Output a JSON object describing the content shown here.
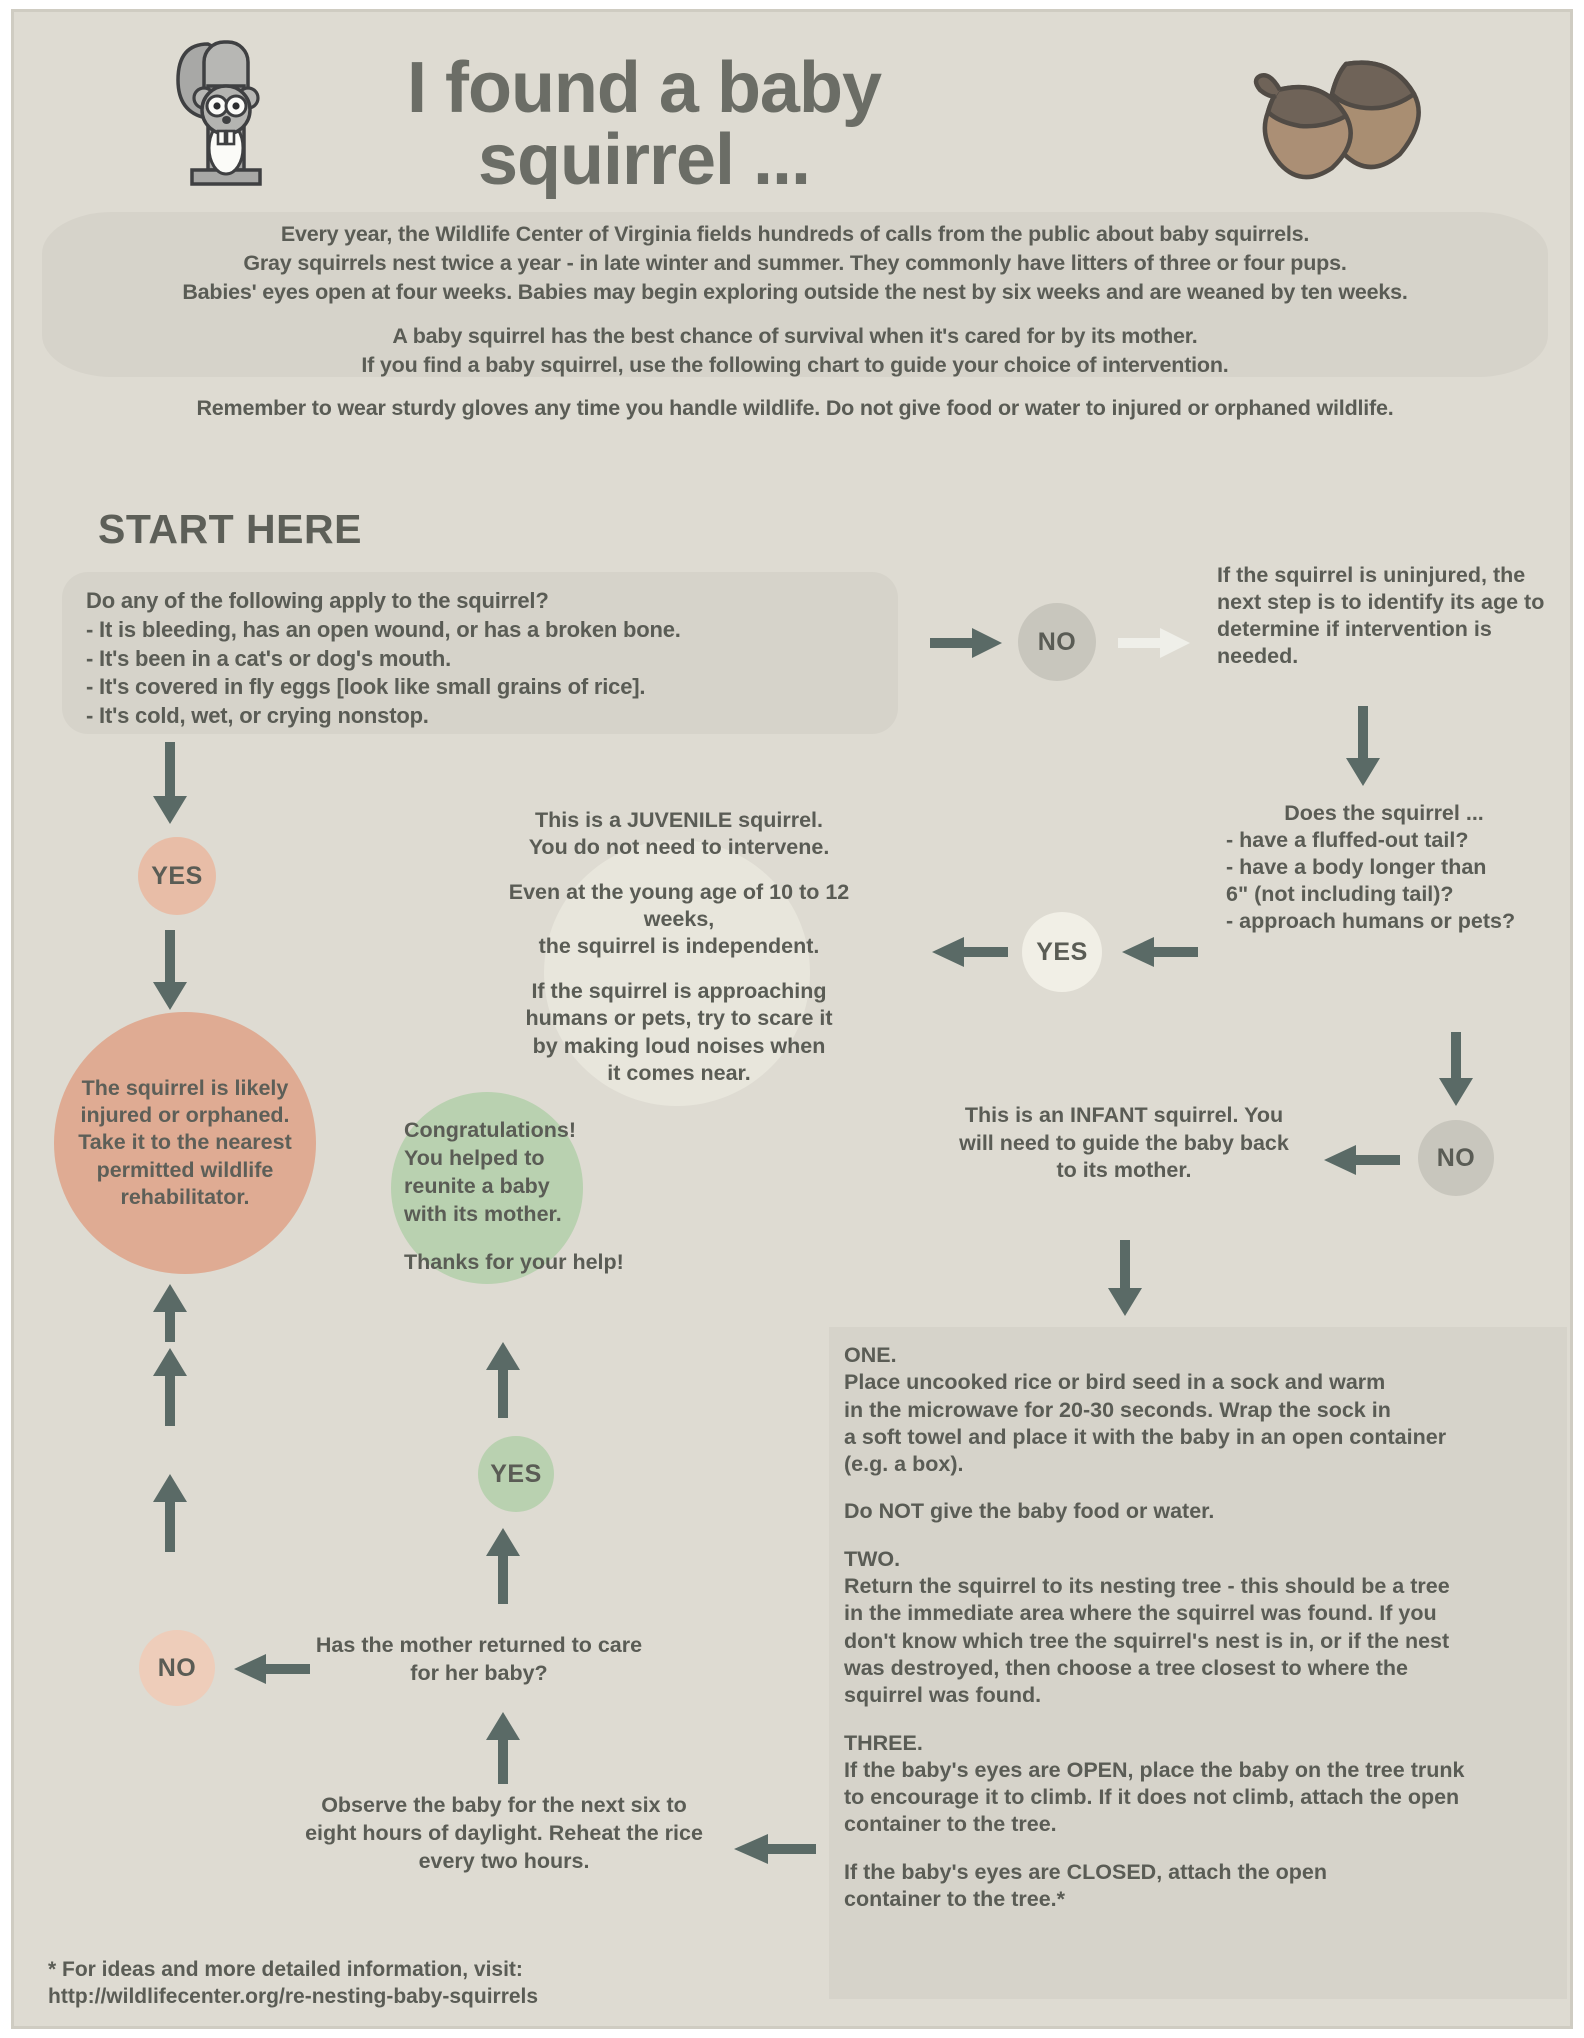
{
  "header": {
    "title": "I found a baby squirrel ...",
    "squirrel_icon": "squirrel-illustration",
    "acorn_icon": "acorn-illustration"
  },
  "intro": {
    "line1": "Every year, the Wildlife Center of Virginia fields hundreds of calls from the public about baby squirrels.",
    "line2": "Gray squirrels nest twice a year - in late winter and summer. They commonly have litters of three or four pups.",
    "line3": "Babies' eyes open at four weeks. Babies may begin exploring outside the nest by six weeks and are weaned by ten weeks.",
    "line4": "A baby squirrel has the best chance of survival when it's cared for by its mother.",
    "line5": "If you find a baby squirrel, use the following chart to guide your choice of intervention.",
    "line6": "Remember to wear sturdy gloves any time you handle wildlife. Do not give food or water to injured or orphaned wildlife."
  },
  "start_here": "START HERE",
  "question_box": {
    "prompt": "Do any of the following apply to the squirrel?",
    "items": [
      "- It is bleeding, has an open wound, or has a broken bone.",
      "- It's been in a cat's or dog's mouth.",
      "- It's covered in fly eggs [look like small grains of rice].",
      "- It's cold, wet, or crying nonstop."
    ]
  },
  "decisions": {
    "no_top": "NO",
    "yes_left": "YES",
    "yes_right": "YES",
    "no_right": "NO",
    "yes_green": "YES",
    "no_bottom": "NO"
  },
  "nodes": {
    "injured": "The squirrel is likely injured or orphaned. Take it to the nearest permitted wildlife rehabilitator.",
    "uninjured": "If the squirrel is uninjured,\nthe next step is to identify\nits age to determine\nif intervention is needed.",
    "does_title": "Does the squirrel ...",
    "does_items": [
      "- have a fluffed-out tail?",
      "- have a body longer than",
      "   6\" (not including tail)?",
      "- approach humans or pets?"
    ],
    "juvenile_p1": "This is a JUVENILE squirrel.\nYou do not need to intervene.",
    "juvenile_p2": "Even at the young age of 10 to 12 weeks,\nthe squirrel is independent.",
    "juvenile_p3": "If the squirrel is approaching\nhumans or pets, try to scare it\nby making loud noises when\nit comes near.",
    "infant": "This is an INFANT squirrel.\nYou will need to\nguide the baby\nback to its mother.",
    "congrats_p1": "Congratulations!\nYou helped to\nreunite a baby\nwith its mother.",
    "congrats_p2": "Thanks for your help!",
    "mother_question": "Has the mother returned\nto care for her baby?",
    "observe": "Observe the baby for the next\nsix to eight hours of daylight.\nReheat the rice every two hours."
  },
  "instructions": {
    "one_label": "ONE.",
    "one_body": "Place uncooked rice or bird seed in a sock and warm\nin the  microwave for 20-30 seconds. Wrap the sock in\na soft towel and place it with the baby in an open container\n(e.g. a box).",
    "no_food": "Do NOT give the baby food or water.",
    "two_label": "TWO.",
    "two_body": "Return the squirrel to its nesting tree - this should be a tree\nin the immediate area where the squirrel was found. If you\ndon't know which tree the squirrel's nest is in, or if the nest\nwas destroyed, then choose a tree closest to where the\nsquirrel was found.",
    "three_label": "THREE.",
    "three_body": "If the baby's eyes are OPEN, place the baby on the tree trunk\nto encourage it to climb. If it does not climb, attach the open\ncontainer to the tree.",
    "three_closed": "If the baby's eyes are CLOSED, attach the open\ncontainer to the tree.*"
  },
  "footer": {
    "line1": "* For ideas and more detailed information, visit:",
    "line2": "http://wildlifecenter.org/re-nesting-baby-squirrels"
  },
  "colors": {
    "background": "#dedbd2",
    "panel": "#d6d3ca",
    "arrow": "#5a6a66",
    "text": "#5a5c55",
    "salmon": "#dfab93",
    "peach": "#e8bda7",
    "green": "#b9d1b0",
    "gray_circle": "#c8c6bd",
    "cream_circle": "#f1efe6"
  }
}
